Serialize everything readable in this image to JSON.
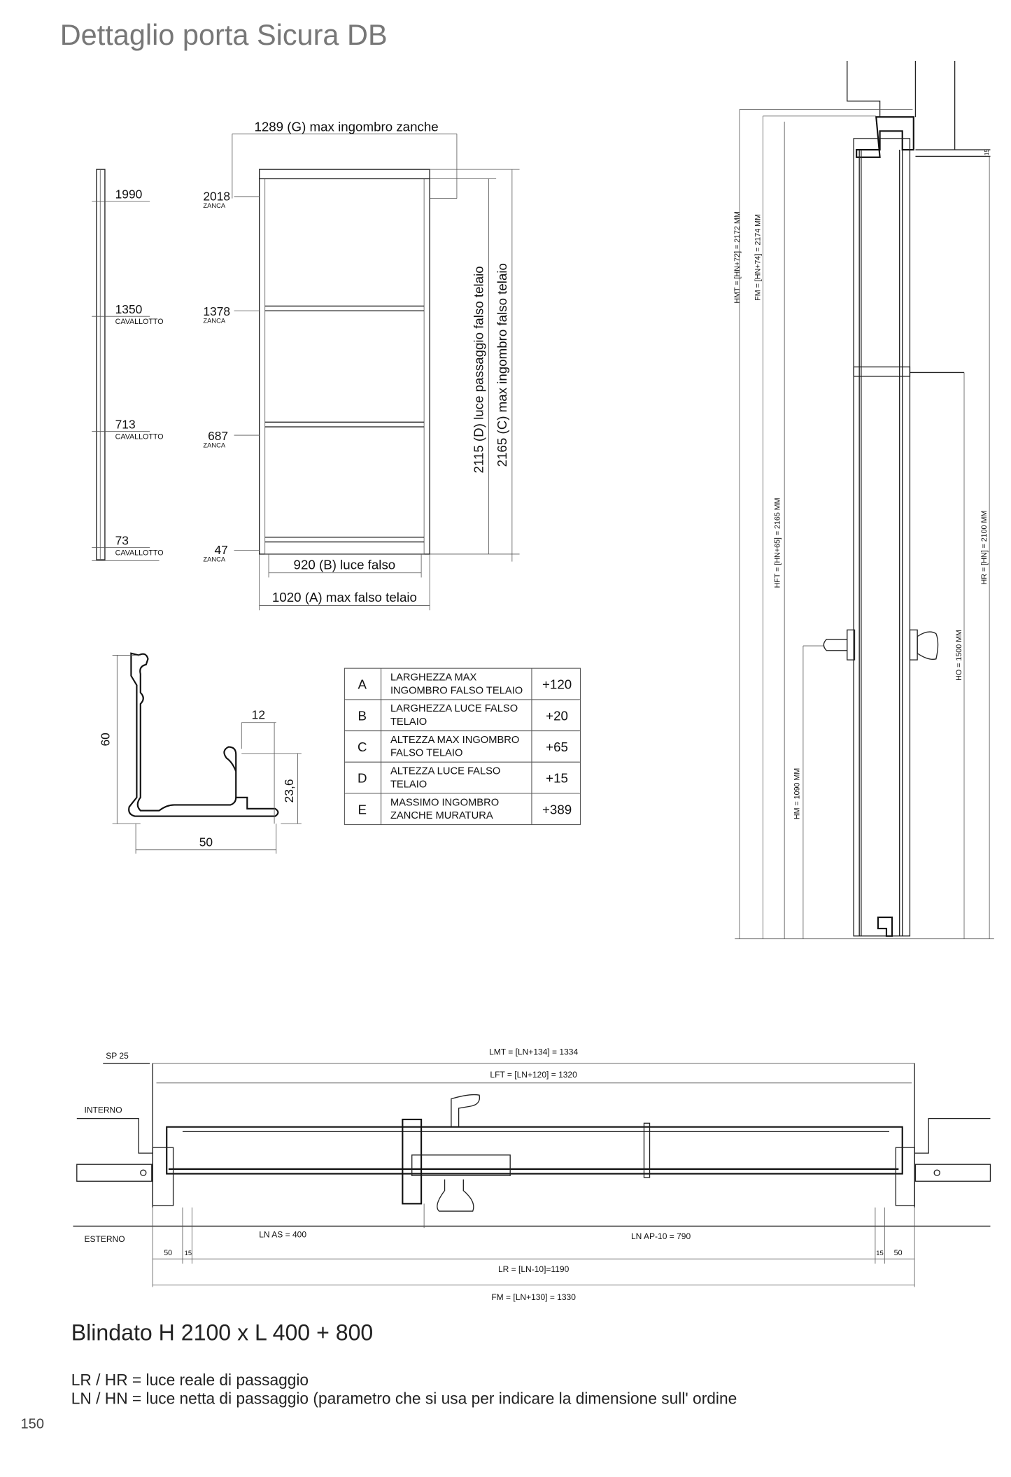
{
  "page_title": "Dettaglio porta Sicura DB",
  "frame_elevation": {
    "top_dim": "1289 (G) max ingombro zanche",
    "dim_d": "2115  (D) luce passaggio falso telaio",
    "dim_c": "2165 (C) max ingombro falso telaio",
    "dim_b": "920 (B) luce falso",
    "dim_a": "1020 (A) max falso telaio",
    "zanche": [
      {
        "value": "2018",
        "label": "ZANCA"
      },
      {
        "value": "1378",
        "label": "ZANCA"
      },
      {
        "value": "687",
        "label": "ZANCA"
      },
      {
        "value": "47",
        "label": "ZANCA"
      }
    ],
    "side": [
      {
        "value": "1990",
        "label": ""
      },
      {
        "value": "1350",
        "label": "CAVALLOTTO"
      },
      {
        "value": "713",
        "label": "CAVALLOTTO"
      },
      {
        "value": "73",
        "label": "CAVALLOTTO"
      }
    ]
  },
  "profile": {
    "h": "60",
    "w": "50",
    "lip": "12",
    "depth": "23,6"
  },
  "table": [
    {
      "key": "A",
      "desc1": "LARGHEZZA MAX",
      "desc2": "INGOMBRO FALSO TELAIO",
      "value": "+120"
    },
    {
      "key": "B",
      "desc1": "LARGHEZZA LUCE FALSO",
      "desc2": "TELAIO",
      "value": "+20"
    },
    {
      "key": "C",
      "desc1": "ALTEZZA MAX INGOMBRO",
      "desc2": "FALSO TELAIO",
      "value": "+65"
    },
    {
      "key": "D",
      "desc1": "ALTEZZA LUCE FALSO",
      "desc2": "TELAIO",
      "value": "+15"
    },
    {
      "key": "E",
      "desc1": "MASSIMO INGOMBRO",
      "desc2": "ZANCHE MURATURA",
      "value": "+389"
    }
  ],
  "section": {
    "hmt": "HMT = [HN+72] = 2172 MM",
    "fm": "FM = [HN+74] = 2174 MM",
    "hft": "HFT = [HN+65] = 2165 MM",
    "hm": "HM = 1090 MM",
    "ho": "HO = 1500 MM",
    "hr": "HR = [HN] = 2100 MM",
    "top_small": "15"
  },
  "plan": {
    "sp": "SP 25",
    "lmt": "LMT = [LN+134] = 1334",
    "lft": "LFT = [LN+120] = 1320",
    "interno": "INTERNO",
    "esterno": "ESTERNO",
    "ln_as": "LN AS = 400",
    "ln_ap": "LN AP-10 = 790",
    "d50": "50",
    "d15": "15",
    "lr": "LR = [LN-10]=1190",
    "fm": "FM = [LN+130] = 1330"
  },
  "model_title": "Blindato H 2100 x L 400 + 800",
  "legend": [
    "LR / HR = luce reale di passaggio",
    "LN / HN = luce netta di passaggio (parametro che si usa per indicare la dimensione sull' ordine"
  ],
  "page_number": "150"
}
